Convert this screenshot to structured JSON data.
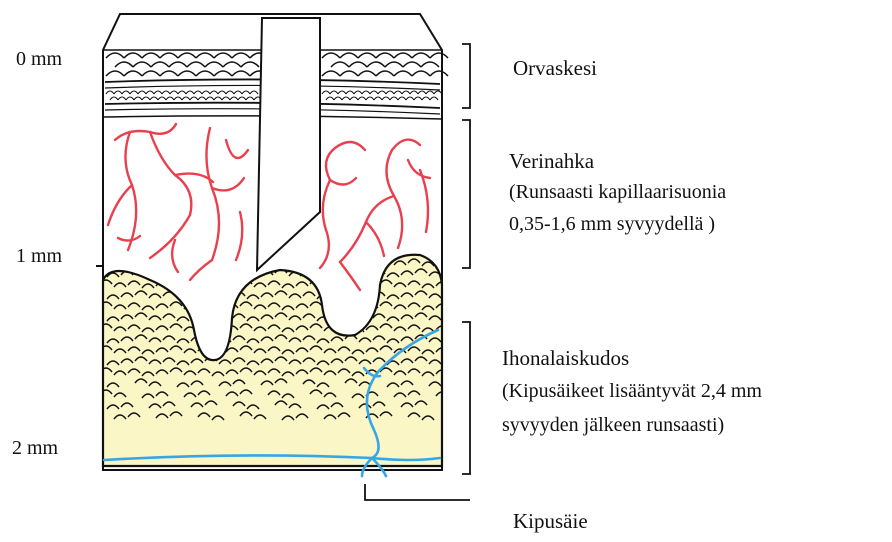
{
  "depth_scale": {
    "ticks": [
      {
        "label": "0 mm"
      },
      {
        "label": "1 mm"
      },
      {
        "label": "2 mm"
      }
    ]
  },
  "layers": [
    {
      "name": "Orvaskesi",
      "note_lines": []
    },
    {
      "name": "Verinahka",
      "note_lines": [
        "(Runsaasti kapillaarisuonia",
        "0,35-1,6 mm syvyydellä )"
      ]
    },
    {
      "name": "Ihonalaiskudos",
      "note_lines": [
        "(Kipusäikeet lisääntyvät 2,4 mm",
        "syvyyden jälkeen runsaasti)"
      ]
    }
  ],
  "nerve_label": "Kipusäie",
  "colors": {
    "capillaries": "#e8404e",
    "nerve": "#35a7e6",
    "fat": "#fbf6c6",
    "ink": "#111111"
  }
}
